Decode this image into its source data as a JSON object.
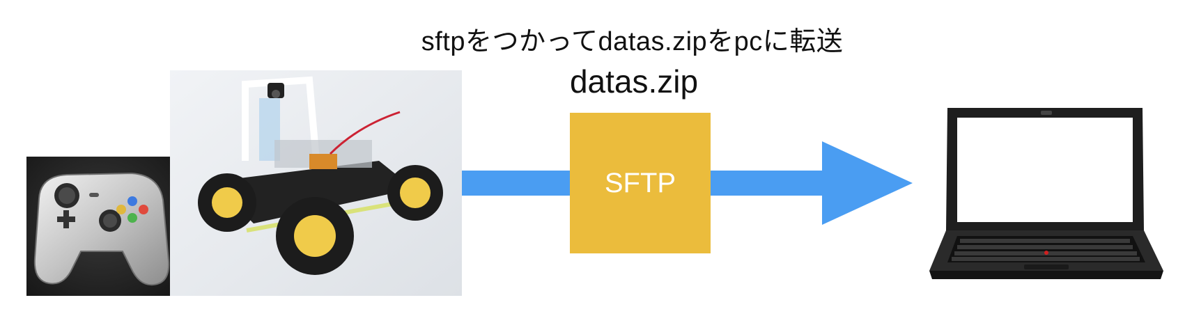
{
  "title": "sftpをつかってdatas.zipをpcに転送",
  "file_label": "datas.zip",
  "sftp_box": {
    "label": "SFTP",
    "color": "#ebbc3c"
  },
  "arrow": {
    "color": "#4a9df2"
  },
  "icons": {
    "gamepad": "gamepad-icon",
    "rc_car": "rc-car-icon",
    "laptop": "laptop-icon"
  }
}
